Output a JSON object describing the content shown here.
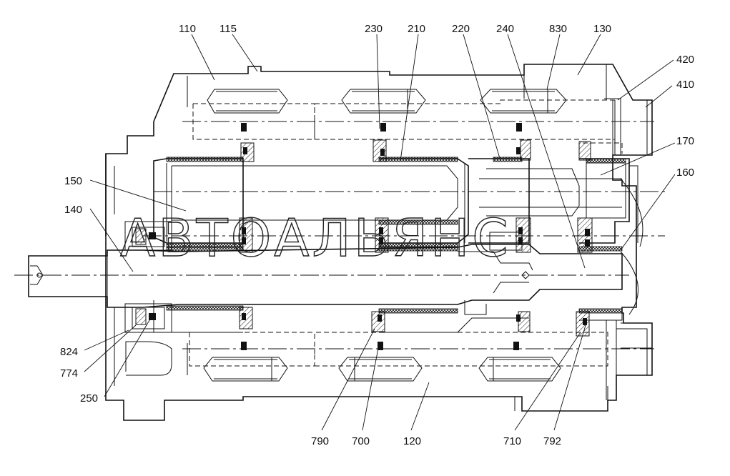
{
  "watermark": "АВТОАЛЬЯНС",
  "callouts": [
    {
      "id": "c110",
      "text": "110"
    },
    {
      "id": "c115",
      "text": "115"
    },
    {
      "id": "c230",
      "text": "230"
    },
    {
      "id": "c210",
      "text": "210"
    },
    {
      "id": "c220",
      "text": "220"
    },
    {
      "id": "c240",
      "text": "240"
    },
    {
      "id": "c830",
      "text": "830"
    },
    {
      "id": "c130",
      "text": "130"
    },
    {
      "id": "c420",
      "text": "420"
    },
    {
      "id": "c410",
      "text": "410"
    },
    {
      "id": "c170",
      "text": "170"
    },
    {
      "id": "c160",
      "text": "160"
    },
    {
      "id": "c150",
      "text": "150"
    },
    {
      "id": "c140",
      "text": "140"
    },
    {
      "id": "c824",
      "text": "824"
    },
    {
      "id": "c774",
      "text": "774"
    },
    {
      "id": "c250",
      "text": "250"
    },
    {
      "id": "c790",
      "text": "790"
    },
    {
      "id": "c700",
      "text": "700"
    },
    {
      "id": "c120",
      "text": "120"
    },
    {
      "id": "c710",
      "text": "710"
    },
    {
      "id": "c792",
      "text": "792"
    }
  ]
}
